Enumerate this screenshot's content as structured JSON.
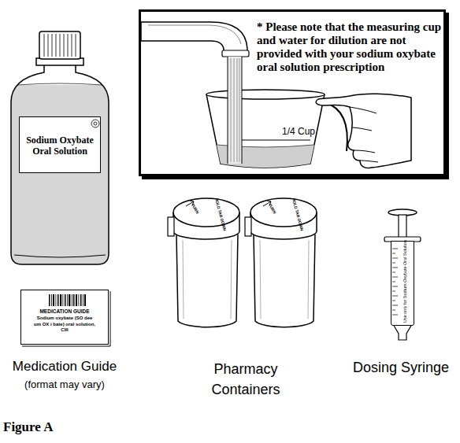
{
  "diagram": {
    "caption": "Figure A",
    "nodes": [
      {
        "text": [
          "Sodium Oxybate Oral Solution"
        ]
      },
      {
        "text": [
          "* Please note that the measuring cup and water for dilution are not provided with your sodium oxybate oral solution prescription"
        ]
      },
      {
        "text": [
          "1/4 Cup"
        ],
        "in": 1
      },
      {
        "text": [
          "MEDICATION GUIDE",
          "Sodium oxybate (SO dee um OX i bate) oral solution, CIII"
        ]
      },
      {
        "text": [
          "Use only for Sodium Oxybate Oral Solution"
        ]
      }
    ],
    "labels": [
      "HOLD TAB DOWN",
      "TURN",
      "HOLD TAB DOWN",
      "TURN",
      "Medication Guide",
      "(format may vary)",
      "Pharmacy Containers",
      "Dosing Syringe"
    ]
  }
}
